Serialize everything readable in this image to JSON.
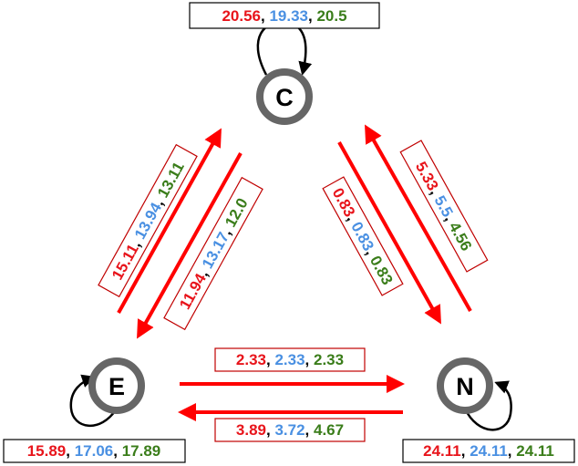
{
  "colors": {
    "series1": "#e8141b",
    "series2": "#4a90e2",
    "series3": "#3a7d1a",
    "edge": "#ff0000",
    "node_ring": "#666666",
    "label_border": "#c00000",
    "text": "#000000"
  },
  "nodes": {
    "c": {
      "label": "C"
    },
    "e": {
      "label": "E"
    },
    "n": {
      "label": "N"
    }
  },
  "edges": {
    "c_self": {
      "v1": "20.56",
      "v2": "19.33",
      "v3": "20.5"
    },
    "e_self": {
      "v1": "15.89",
      "v2": "17.06",
      "v3": "17.89"
    },
    "n_self": {
      "v1": "24.11",
      "v2": "24.11",
      "v3": "24.11"
    },
    "e_to_c": {
      "v1": "15.11",
      "v2": "13.94",
      "v3": "13.11"
    },
    "c_to_e": {
      "v1": "11.94",
      "v2": "13.17",
      "v3": "12.0"
    },
    "c_to_n": {
      "v1": "0.83",
      "v2": "0.83",
      "v3": "0.83"
    },
    "n_to_c": {
      "v1": "5.33",
      "v2": "5.5",
      "v3": "4.56"
    },
    "e_to_n": {
      "v1": "2.33",
      "v2": "2.33",
      "v3": "2.33"
    },
    "n_to_e": {
      "v1": "3.89",
      "v2": "3.72",
      "v3": "4.67"
    }
  }
}
